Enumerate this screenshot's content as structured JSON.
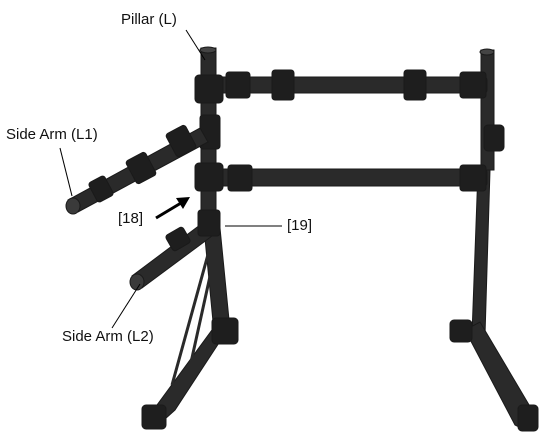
{
  "labels": {
    "pillar_l": "Pillar (L)",
    "side_arm_l1": "Side Arm (L1)",
    "ref_18": "[18]",
    "ref_19": "[19]",
    "side_arm_l2": "Side Arm (L2)"
  },
  "colors": {
    "rack": "#2a2a2a",
    "rack_highlight": "#4a4a4a",
    "clamp": "#1e1e1e",
    "leader_line": "#000000"
  }
}
